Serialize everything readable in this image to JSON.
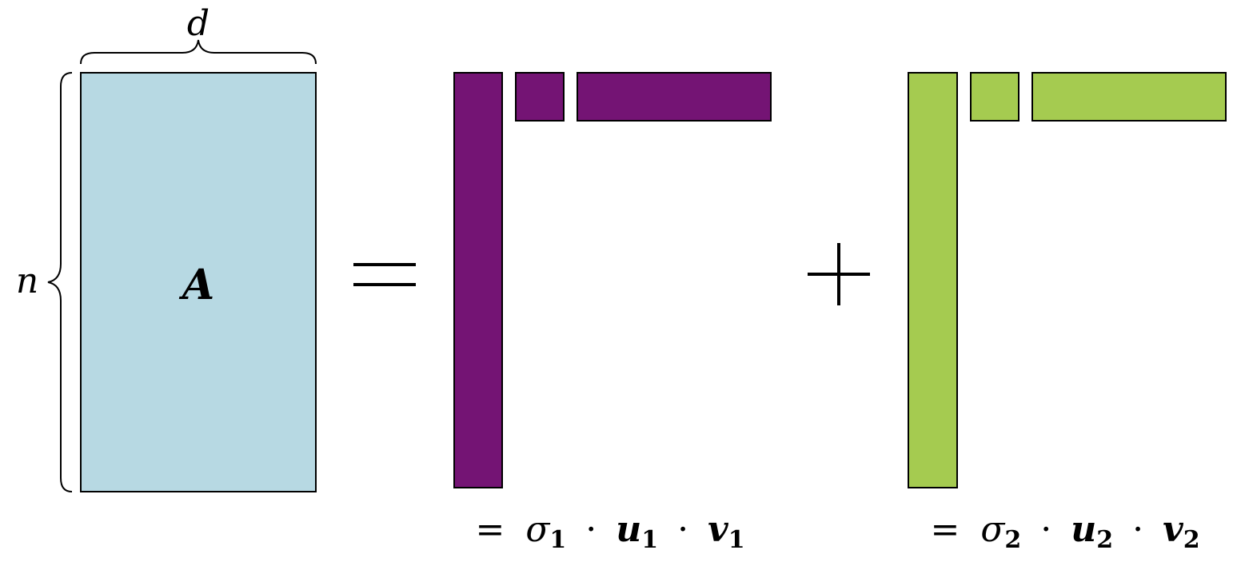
{
  "matrix": {
    "symbol": "A",
    "width_label": "d",
    "height_label": "n"
  },
  "operators": {
    "equals": "=",
    "plus": "+"
  },
  "terms": [
    {
      "prefix": "=",
      "sigma": "σ",
      "index": "1",
      "dot": "·",
      "u": "u",
      "v": "v",
      "color": "#741474"
    },
    {
      "prefix": "=",
      "sigma": "σ",
      "index": "2",
      "dot": "·",
      "u": "u",
      "v": "v",
      "color": "#a5cb50"
    }
  ],
  "colors": {
    "matrix_fill": "#b7d9e3",
    "outline": "#000000"
  }
}
